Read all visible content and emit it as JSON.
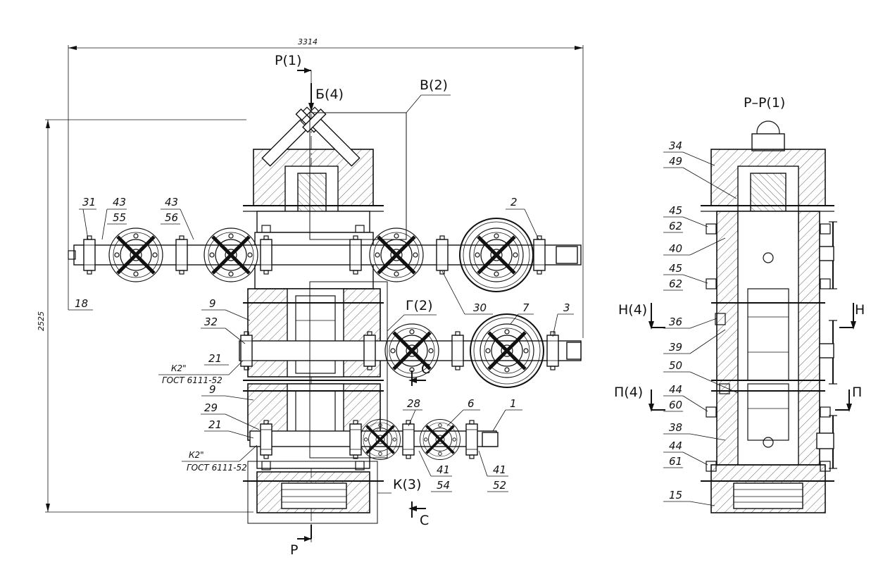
{
  "dimensions": {
    "width_total": "3314",
    "height_total": "2525"
  },
  "views": {
    "front": {
      "section_marks": [
        "Р(1)",
        "Б(4)",
        "В(2)",
        "Г(2)",
        "К(3)",
        "С",
        "С",
        "Р"
      ]
    },
    "side": {
      "title": "Р–Р(1)",
      "section_marks": [
        "Н(4)",
        "Н",
        "П(4)",
        "П"
      ]
    }
  },
  "front_labels": {
    "p31": "31",
    "p43a": "43",
    "p55": "55",
    "p43b": "43",
    "p56": "56",
    "p18": "18",
    "p2": "2",
    "p30": "30",
    "p9a": "9",
    "p32": "32",
    "p21a": "21",
    "p7": "7",
    "p3": "3",
    "p9b": "9",
    "p29": "29",
    "p21b": "21",
    "p28": "28",
    "p6": "6",
    "p1": "1",
    "p41a": "41",
    "p54": "54",
    "p41b": "41",
    "p52": "52"
  },
  "notes": {
    "k1": "К2\"",
    "g1": "ГОСТ 6111-52",
    "k2": "К2\"",
    "g2": "ГОСТ 6111-52"
  },
  "side_labels": {
    "p34": "34",
    "p49": "49",
    "p45a": "45",
    "p62a": "62",
    "p40": "40",
    "p45b": "45",
    "p62b": "62",
    "p36": "36",
    "p39": "39",
    "p50": "50",
    "p44a": "44",
    "p60": "60",
    "p38": "38",
    "p44b": "44",
    "p61": "61",
    "p15": "15"
  }
}
